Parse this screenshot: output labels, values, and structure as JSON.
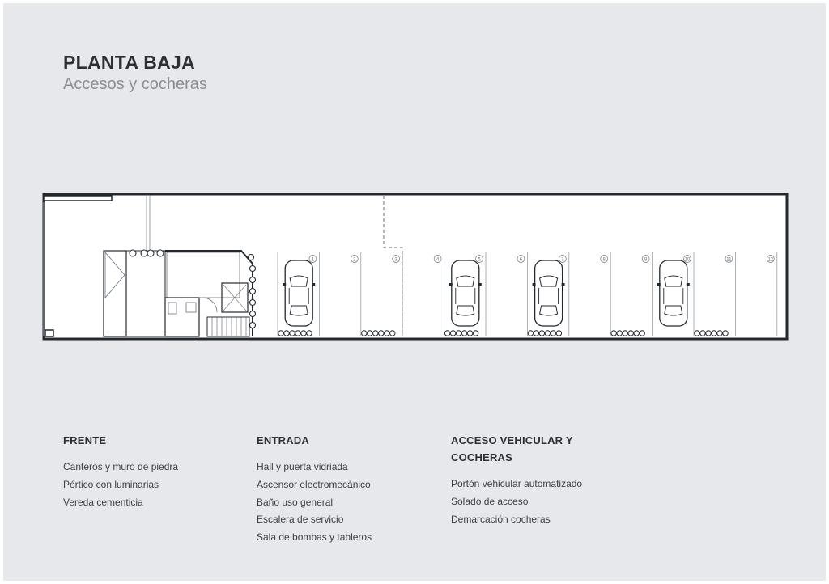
{
  "header": {
    "title": "PLANTA BAJA",
    "subtitle": "Accesos y cocheras"
  },
  "plan": {
    "parking_numbers": [
      "1",
      "2",
      "3",
      "4",
      "5",
      "6",
      "7",
      "8",
      "9",
      "10",
      "11",
      "12"
    ],
    "occupied_spaces": [
      1,
      5,
      7,
      10
    ],
    "colors": {
      "wall": "#23282e",
      "floor": "#ffffff",
      "line": "#9aa0a6",
      "background": "#e7e8eb"
    }
  },
  "sections": [
    {
      "heading": "FRENTE",
      "items": [
        "Canteros y muro de piedra",
        "Pórtico con luminarias",
        "Vereda cementicia"
      ]
    },
    {
      "heading": "ENTRADA",
      "items": [
        "Hall y puerta vidriada",
        "Ascensor electromecánico",
        "Baño uso general",
        "Escalera de servicio",
        "Sala de bombas y tableros"
      ]
    },
    {
      "heading": "ACCESO VEHICULAR Y COCHERAS",
      "items": [
        "Portón vehicular automatizado",
        "Solado de acceso",
        "Demarcación cocheras"
      ]
    }
  ]
}
